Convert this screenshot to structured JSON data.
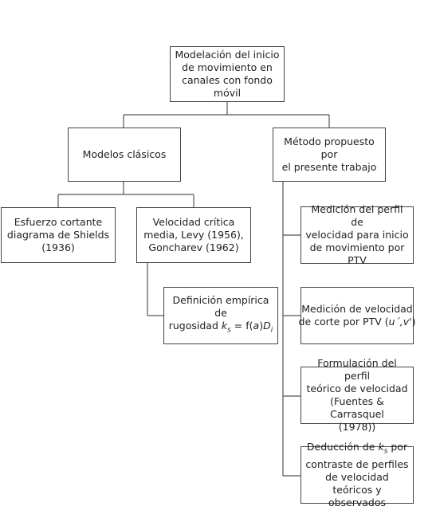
{
  "root": {
    "lines": [
      "Modelación del inicio",
      "de movimiento en",
      "canales con fondo",
      "móvil"
    ]
  },
  "classic": {
    "lines": [
      "Modelos clásicos"
    ]
  },
  "proposed": {
    "lines": [
      "Método propuesto por",
      "el presente trabajo"
    ]
  },
  "shields": {
    "lines": [
      "Esfuerzo cortante",
      "diagrama de Shields",
      "(1936)"
    ]
  },
  "critical_velocity": {
    "lines": [
      "Velocidad crítica",
      "media, Levy (1956),",
      "Goncharev (1962)"
    ]
  },
  "roughness": {
    "line1": "Definición empírica de",
    "prefix": "rugosidad ",
    "k": "k",
    "k_sub": "s",
    "eq": " = f(",
    "a": "a",
    "close": ")",
    "D": "D",
    "D_sub": "i"
  },
  "profile_measure": {
    "lines": [
      "Medición del perfil de",
      "velocidad para inicio",
      "de movimiento por",
      "PTV"
    ]
  },
  "shear_velocity": {
    "line1": "Medición de velocidad",
    "line2_prefix": "de corte por PTV (",
    "uv": "u´,v'",
    "line2_suffix": ")"
  },
  "theoretical_profile": {
    "lines": [
      "Formulación del perfil",
      "teórico de velocidad",
      "(Fuentes & Carrasquel",
      "(1978))"
    ]
  },
  "deduction": {
    "prefix": "Deducción de ",
    "k": "k",
    "k_sub": "s",
    "suffix": " por",
    "lines": [
      "contraste de perfiles",
      "de velocidad teóricos y",
      "observados"
    ]
  }
}
